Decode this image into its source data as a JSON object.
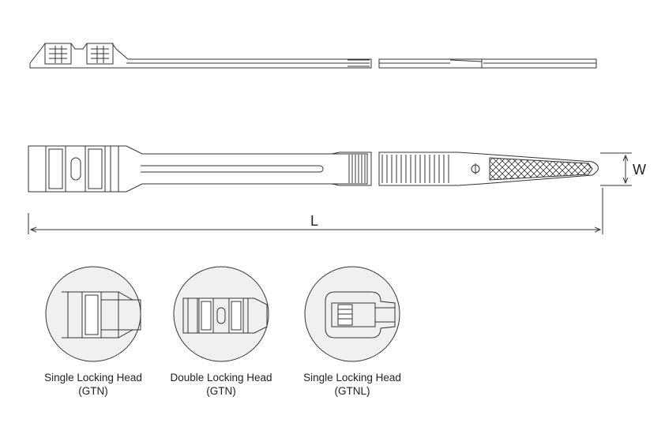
{
  "dimensions": {
    "width_label": "W",
    "length_label": "L"
  },
  "details": [
    {
      "name": "Single Locking Head",
      "code": "(GTN)"
    },
    {
      "name": "Double Locking Head",
      "code": "(GTN)"
    },
    {
      "name": "Single Locking Head",
      "code": "(GTNL)"
    }
  ],
  "colors": {
    "line": "#333333",
    "circle_fill": "#f0f0f0"
  }
}
